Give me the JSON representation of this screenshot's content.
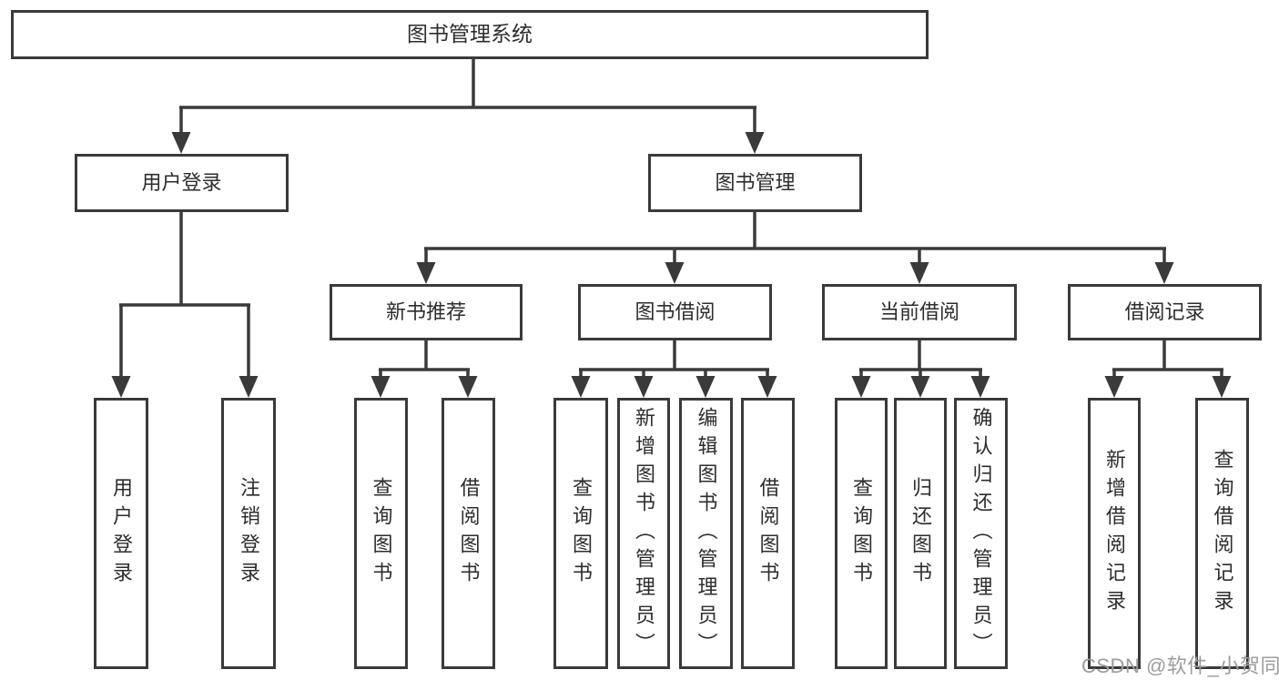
{
  "colors": {
    "line": "#3a3a3a",
    "text": "#2d2d2d",
    "watermark": "#9c9c9c",
    "background": "#ffffff"
  },
  "watermark": {
    "text": "CSDN @软件_小贺同学"
  },
  "tree": {
    "root": {
      "label": "图书管理系统",
      "children": [
        {
          "label": "用户登录",
          "children": [
            {
              "label": "用户登录"
            },
            {
              "label": "注销登录"
            }
          ]
        },
        {
          "label": "图书管理",
          "children": [
            {
              "label": "新书推荐",
              "children": [
                {
                  "label": "查询图书"
                },
                {
                  "label": "借阅图书"
                }
              ]
            },
            {
              "label": "图书借阅",
              "children": [
                {
                  "label": "查询图书"
                },
                {
                  "label": "新增图书（管理员）"
                },
                {
                  "label": "编辑图书（管理员）"
                },
                {
                  "label": "借阅图书"
                }
              ]
            },
            {
              "label": "当前借阅",
              "children": [
                {
                  "label": "查询图书"
                },
                {
                  "label": "归还图书"
                },
                {
                  "label": "确认归还（管理员）"
                }
              ]
            },
            {
              "label": "借阅记录",
              "children": [
                {
                  "label": "新增借阅记录"
                },
                {
                  "label": "查询借阅记录"
                }
              ]
            }
          ]
        }
      ]
    }
  }
}
